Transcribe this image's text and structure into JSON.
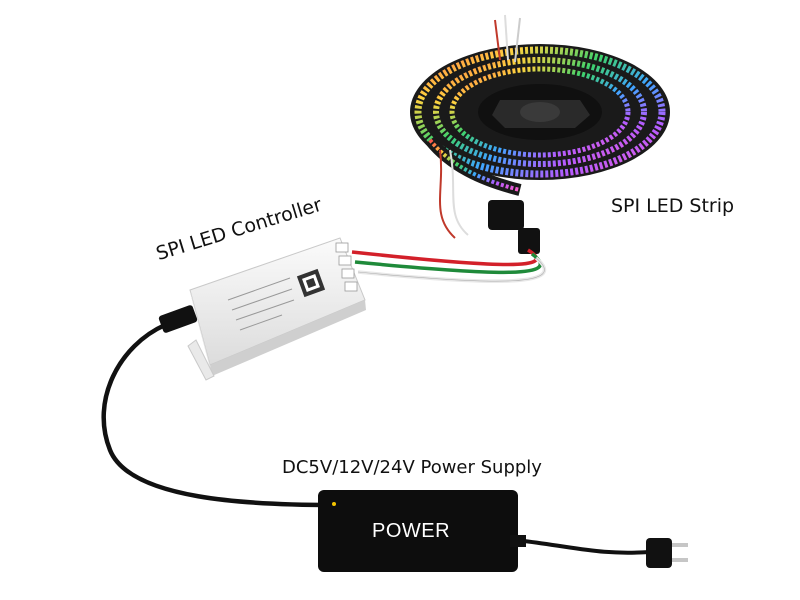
{
  "labels": {
    "strip": "SPI LED Strip",
    "controller": "SPI LED Controller",
    "power_supply": "DC5V/12V/24V Power Supply",
    "adapter_text": "POWER"
  },
  "colors": {
    "wire_red": "#d3202a",
    "wire_green": "#1f8a3a",
    "wire_white": "#e8e8e8",
    "cable": "#111111",
    "controller_body": "#f4f4f4",
    "adapter_body": "#0d0d0d"
  }
}
